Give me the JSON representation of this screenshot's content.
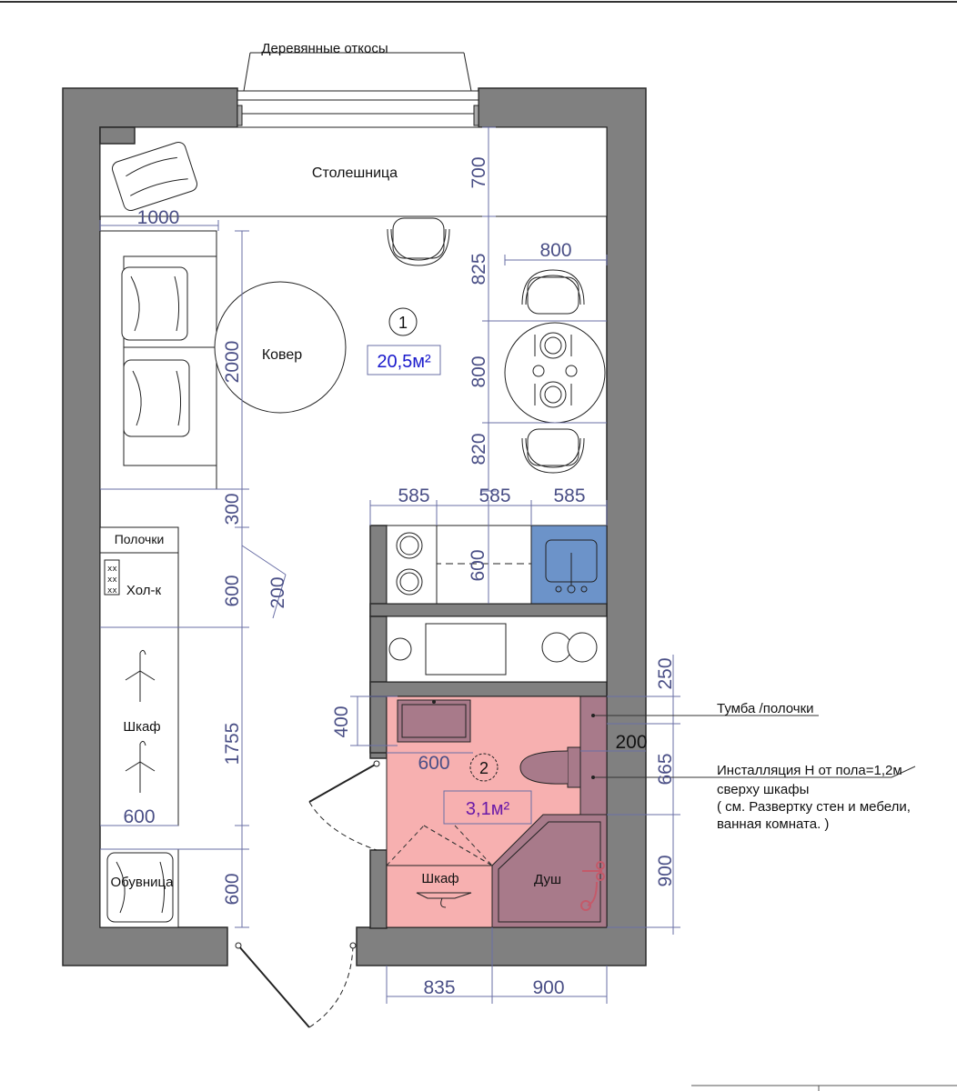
{
  "labels": {
    "window_reveals": "Деревянные откосы",
    "countertop": "Столешница",
    "carpet": "Ковер",
    "shelves": "Полочки",
    "fridge": "Хол-к",
    "wardrobe": "Шкаф",
    "shoe_rack": "Обувница",
    "bath_cabinet": "Шкаф",
    "shower": "Душ",
    "vanity_note": "Тумба /полочки",
    "install_note_1": "Инсталляция Н от пола=1,2м",
    "install_note_2": "сверху шкафы",
    "install_note_3": "( см. Развертку стен и мебели,",
    "install_note_4": "ванная комната. )"
  },
  "rooms": [
    {
      "number": "1",
      "area": "20,5м²"
    },
    {
      "number": "2",
      "area": "3,1м²"
    }
  ],
  "dimensions": {
    "countertop_depth": "700",
    "bed_width": "1000",
    "chair_gap": "825",
    "table_width": "800",
    "table_depth": "800",
    "gap_below_table": "820",
    "bed_length": "2000",
    "gap_300": "300",
    "kitchen_module_1": "585",
    "kitchen_module_2": "585",
    "kitchen_module_3": "585",
    "kitchen_depth": "600",
    "fridge_depth": "600",
    "hall_200": "200",
    "wardrobe_length": "1755",
    "wardrobe_depth": "600",
    "shoe_rack_length": "600",
    "vanity_depth": "400",
    "vanity_width": "600",
    "bath_250": "250",
    "install_offset": "200",
    "install_width": "665",
    "shower_900_v": "900",
    "bath_835": "835",
    "shower_900_h": "900"
  },
  "colors": {
    "wall": "#808080",
    "bathroom_fill": "#f7b0b0",
    "shower_fill": "#a87a8a",
    "sink_fill": "#6c93c9",
    "room_area_1": "#1a1acc",
    "room_area_2": "#6a1aa8",
    "dimension": "#4a4f86"
  }
}
